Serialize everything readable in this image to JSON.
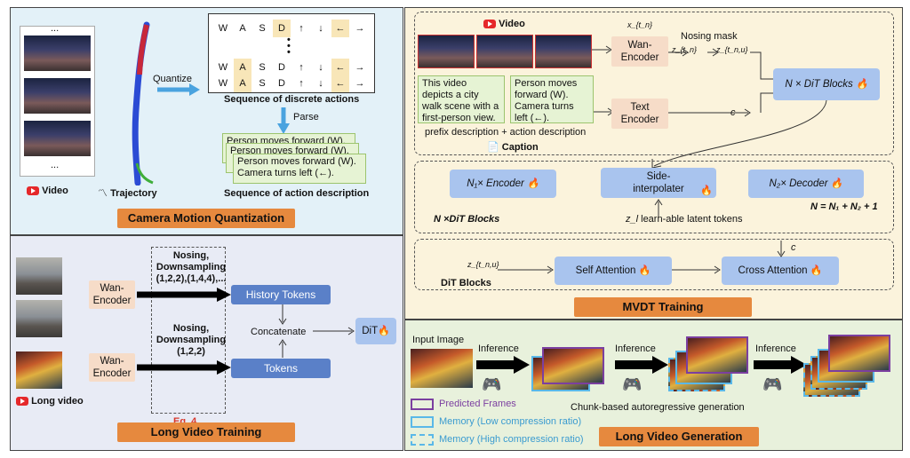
{
  "camera_motion": {
    "title": "Camera Motion Quantization",
    "quantize": "Quantize",
    "parse": "Parse",
    "seq_discrete": "Sequence of discrete actions",
    "seq_action_desc": "Sequence of action description",
    "legend_video": "Video",
    "legend_trajectory": "Trajectory",
    "dots": "...",
    "actions_row": [
      "W",
      "A",
      "S",
      "D",
      "↑",
      "↓",
      "←",
      "→"
    ],
    "desc_back1": "Person moves forward (W).",
    "desc_back2": "Person moves forward (W).",
    "desc_front_1": "Person moves forward (W).",
    "desc_front_2": "Camera turns left (←)."
  },
  "long_video_training": {
    "title": "Long Video Training",
    "wan_encoder": "Wan-\nEncoder",
    "nosing1": "Nosing,\nDownsampling\n(1,2,2),(1,4,4),...",
    "nosing2": "Nosing,\nDownsampling\n(1,2,2)",
    "history_tokens": "History Tokens",
    "tokens": "Tokens",
    "concatenate": "Concatenate",
    "dit": "DiT",
    "eq": "Eq. 4",
    "long_video": "Long video"
  },
  "mvdt": {
    "title": "MVDT Training",
    "video": "Video",
    "xtn": "x_{t_n}",
    "wan_encoder": "Wan-\nEncoder",
    "nosing_mask": "Nosing  mask",
    "z_tn": "z_{t_n}",
    "z_tnu": "z_{t_n,u}",
    "text_encoder": "Text\nEncoder",
    "c": "c",
    "n_dit_blocks": "N × DiT Blocks",
    "prefix_desc": "This video depicts a city walk scene with a first-person view.",
    "action_desc": "Person moves forward (W). Camera turns left (←).",
    "prefix_caption": "prefix description + action description",
    "caption": "Caption",
    "n1_encoder": "N₁× Encoder",
    "side_interp": "Side-\ninterpolater",
    "n2_decoder": "N₂× Decoder",
    "n_dit_blocks_left": "N ×DiT Blocks",
    "zl_label": "learn-able latent tokens",
    "zl": "z_l",
    "n_formula": "N = N₁ + N₂ + 1",
    "dit_blocks": "DiT Blocks",
    "self_attention": "Self Attention",
    "cross_attention": "Cross Attention",
    "c2": "c"
  },
  "long_video_gen": {
    "title": "Long Video Generation",
    "input_image": "Input Image",
    "inference": "Inference",
    "legend_predicted": "Predicted Frames",
    "legend_low": "Memory (Low compression ratio)",
    "legend_high": "Memory (High compression ratio)",
    "chunk_desc": "Chunk-based autoregressive generation",
    "colors": {
      "predicted": "#7b3fa0",
      "memory": "#5ab8e8"
    }
  }
}
